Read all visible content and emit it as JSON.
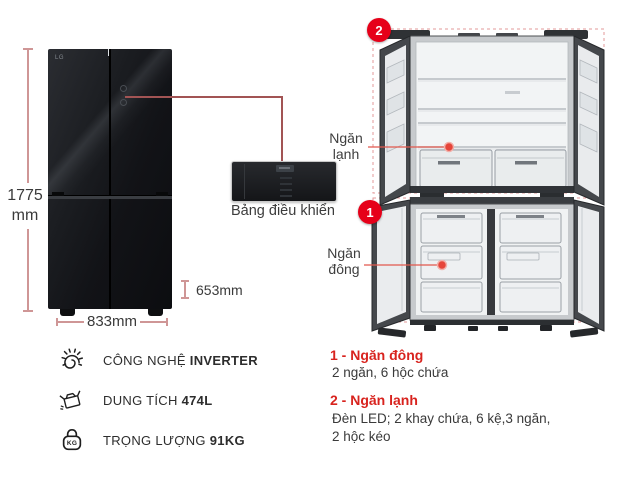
{
  "brand": "LG",
  "colors": {
    "accent_red": "#e60019",
    "note_red": "#d8231e",
    "dimension_line": "#cf9696",
    "callout_line": "#a25454",
    "fridge_body": "#15161a"
  },
  "dimensions": {
    "height_value": "1775",
    "height_unit": "mm",
    "width": "833mm",
    "depth": "653mm"
  },
  "control_panel": {
    "label": "Bảng điều khiển"
  },
  "callouts": {
    "fridge": {
      "number": "2",
      "label_lines": [
        "Ngăn",
        "lạnh"
      ]
    },
    "freezer": {
      "number": "1",
      "label_lines": [
        "Ngăn",
        "đông"
      ]
    }
  },
  "features": [
    {
      "icon": "inverter-icon",
      "label": "CÔNG NGHỆ",
      "value": "INVERTER"
    },
    {
      "icon": "capacity-icon",
      "label": "DUNG TÍCH",
      "value": "474L"
    },
    {
      "icon": "weight-icon",
      "label": "TRỌNG LƯỢNG",
      "value": "91KG",
      "icon_badge": "KG"
    }
  ],
  "notes": [
    {
      "heading": "1 - Ngăn đông",
      "lines": [
        "2 ngăn, 6 hộc chứa"
      ]
    },
    {
      "heading": "2 - Ngăn lạnh",
      "lines": [
        "Đèn LED; 2 khay chứa, 6 kệ,3 ngăn,",
        "2 hộc kéo"
      ]
    }
  ]
}
